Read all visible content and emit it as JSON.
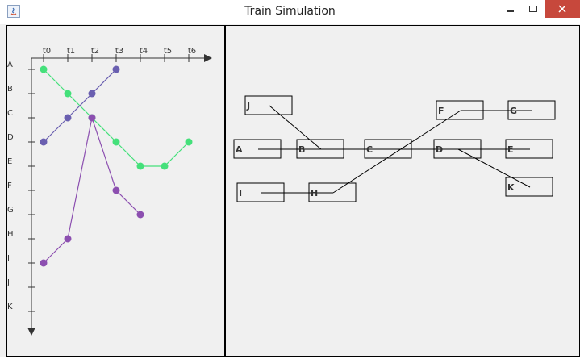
{
  "window": {
    "title": "Train Simulation"
  },
  "chart_data": {
    "type": "line",
    "title": "",
    "x": [
      "t0",
      "t1",
      "t2",
      "t3",
      "t4",
      "t5",
      "t6"
    ],
    "y_categories": [
      "A",
      "B",
      "C",
      "D",
      "E",
      "F",
      "G",
      "H",
      "I",
      "J",
      "K"
    ],
    "series": [
      {
        "color": "#44e07a",
        "points": [
          [
            "t0",
            "A"
          ],
          [
            "t1",
            "B"
          ],
          [
            "t2",
            "C"
          ],
          [
            "t3",
            "D"
          ],
          [
            "t4",
            "E"
          ],
          [
            "t5",
            "E"
          ],
          [
            "t6",
            "D"
          ]
        ]
      },
      {
        "color": "#6a5fb0",
        "points": [
          [
            "t0",
            "D"
          ],
          [
            "t1",
            "C"
          ],
          [
            "t2",
            "B"
          ],
          [
            "t3",
            "A"
          ]
        ]
      },
      {
        "color": "#8c4fb0",
        "points": [
          [
            "t0",
            "I"
          ],
          [
            "t1",
            "H"
          ],
          [
            "t2",
            "C"
          ],
          [
            "t3",
            "F"
          ],
          [
            "t4",
            "G"
          ]
        ]
      }
    ]
  },
  "network": {
    "stations": [
      {
        "name": "J"
      },
      {
        "name": "F"
      },
      {
        "name": "G"
      },
      {
        "name": "A"
      },
      {
        "name": "B"
      },
      {
        "name": "C"
      },
      {
        "name": "D"
      },
      {
        "name": "E"
      },
      {
        "name": "I"
      },
      {
        "name": "H"
      },
      {
        "name": "K"
      }
    ],
    "connections": [
      [
        "A",
        "B"
      ],
      [
        "B",
        "C"
      ],
      [
        "C",
        "D"
      ],
      [
        "D",
        "E"
      ],
      [
        "B",
        "J"
      ],
      [
        "I",
        "H"
      ],
      [
        "H",
        "F"
      ],
      [
        "F",
        "G"
      ],
      [
        "D",
        "K"
      ]
    ]
  }
}
